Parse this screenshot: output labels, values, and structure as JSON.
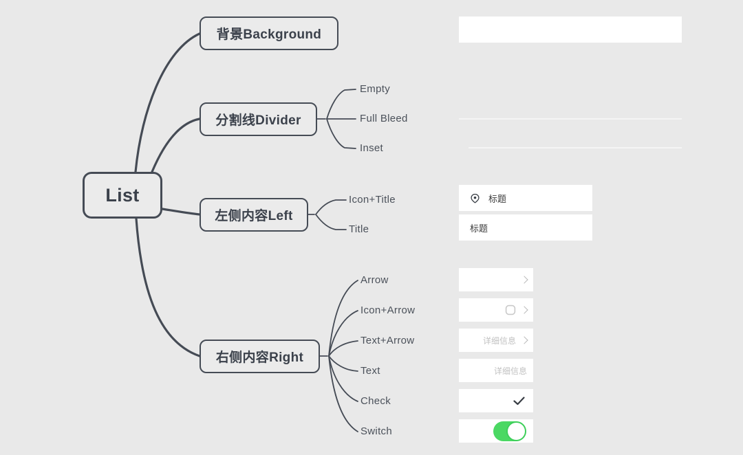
{
  "palette": {
    "canvas_bg": "#e9e9e9",
    "node_bg": "#ebebeb",
    "line": "#454b55",
    "node_text": "#3b414b",
    "leaf_text": "#4b515a",
    "card_bg": "#ffffff",
    "divider": "#f5f5f5",
    "muted_text": "#c2c2c2",
    "muted_icon": "#b9b9b9",
    "dark_icon": "#383d44",
    "switch_green": "#4bd863"
  },
  "mindmap": {
    "root": {
      "label": "List"
    },
    "branches": [
      {
        "label": "背景Background",
        "children": []
      },
      {
        "label": "分割线Divider",
        "children": [
          "Empty",
          "Full Bleed",
          "Inset"
        ]
      },
      {
        "label": "左侧内容Left",
        "children": [
          "Icon+Title",
          "Title"
        ]
      },
      {
        "label": "右侧内容Right",
        "children": [
          "Arrow",
          "Icon+Arrow",
          "Text+Arrow",
          "Text",
          "Check",
          "Switch"
        ]
      }
    ]
  },
  "examples": {
    "background_sample": {
      "kind": "white-card"
    },
    "divider_samples": [
      {
        "kind": "empty"
      },
      {
        "kind": "full-bleed"
      },
      {
        "kind": "inset"
      }
    ],
    "left_rows": [
      {
        "icon": "location-pin-icon",
        "title": "标题"
      },
      {
        "title": "标题"
      }
    ],
    "right_rows": [
      {
        "kind": "arrow",
        "icon": "chevron-right-icon"
      },
      {
        "kind": "icon-arrow",
        "icon": "rounded-square-icon"
      },
      {
        "kind": "text-arrow",
        "text": "详细信息"
      },
      {
        "kind": "text",
        "text": "详细信息"
      },
      {
        "kind": "check",
        "icon": "check-icon"
      },
      {
        "kind": "switch",
        "state": "on"
      }
    ]
  }
}
